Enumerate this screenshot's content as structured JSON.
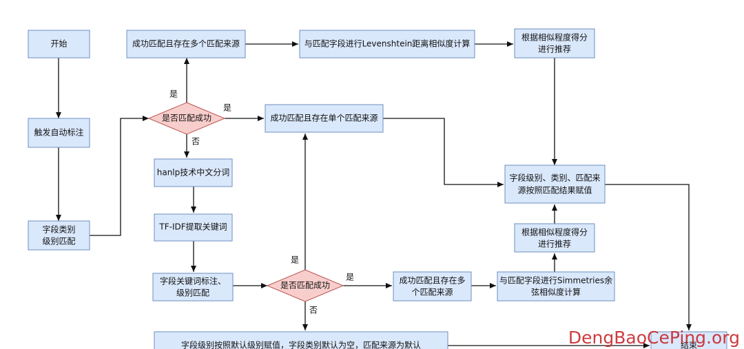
{
  "nodes": {
    "start": "开始",
    "trigger": "触发自动标注",
    "category_match": [
      "字段类别",
      "级别匹配"
    ],
    "multi_source_top": "成功匹配且存在多个匹配来源",
    "levenshtein": "与匹配字段进行Levenshtein距离相似度计算",
    "recommend_top": [
      "根据相似程度得分",
      "进行推荐"
    ],
    "match_decision_top": "是否匹配成功",
    "single_source": "成功匹配且存在单个匹配来源",
    "hanlp": "hanlp技术中文分词",
    "assign": [
      "字段级别、类别、匹配来",
      "源按照匹配结果赋值"
    ],
    "tfidf": "TF-IDF提取关键词",
    "recommend_bottom": [
      "根据相似程度得分",
      "进行推荐"
    ],
    "keyword_label": [
      "字段关键词标注、",
      "级别匹配"
    ],
    "match_decision_bottom": "是否匹配成功",
    "multi_source_bottom": [
      "成功匹配且存在多",
      "个匹配来源"
    ],
    "simmetries": [
      "与匹配字段进行Simmetries余",
      "弦相似度计算"
    ],
    "default_assign": "字段级别按照默认级别赋值，字段类别默认为空，匹配来源为默认",
    "end": "结束"
  },
  "edge_labels": {
    "yes": "是",
    "no": "否"
  },
  "watermark": "DengBaoCePing.org"
}
